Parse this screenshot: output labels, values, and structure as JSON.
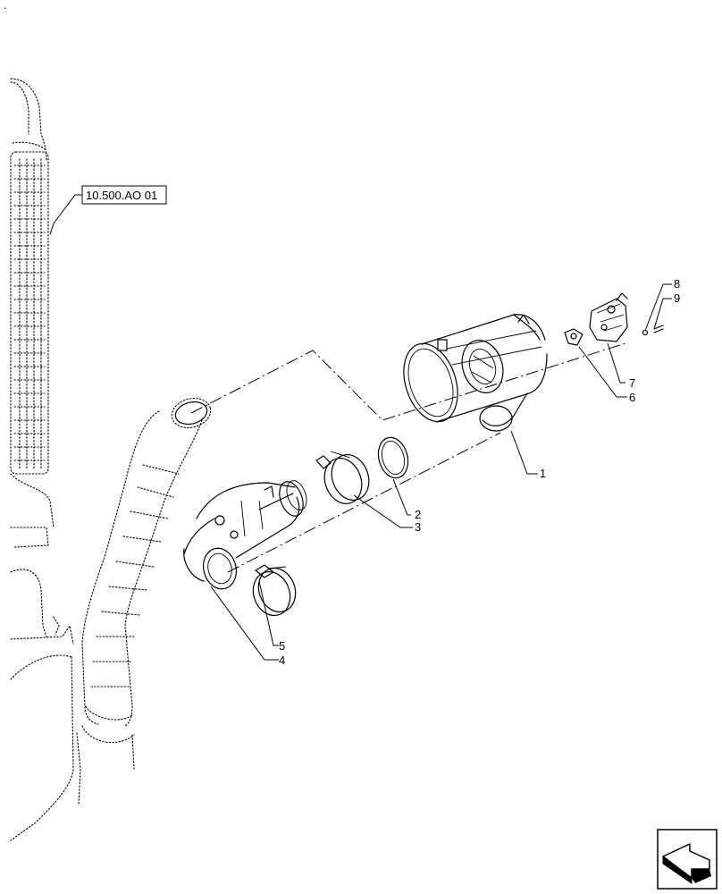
{
  "reference": {
    "label": "10.500.AO 01"
  },
  "callouts": [
    {
      "id": "1",
      "label": "1"
    },
    {
      "id": "2",
      "label": "2"
    },
    {
      "id": "3",
      "label": "3"
    },
    {
      "id": "4",
      "label": "4"
    },
    {
      "id": "5",
      "label": "5"
    },
    {
      "id": "6",
      "label": "6"
    },
    {
      "id": "7",
      "label": "7"
    },
    {
      "id": "8",
      "label": "8"
    },
    {
      "id": "9",
      "label": "9"
    }
  ],
  "corner_mark": {
    "label": "."
  },
  "nav_icon": {
    "name": "next-page-arrow-icon"
  }
}
